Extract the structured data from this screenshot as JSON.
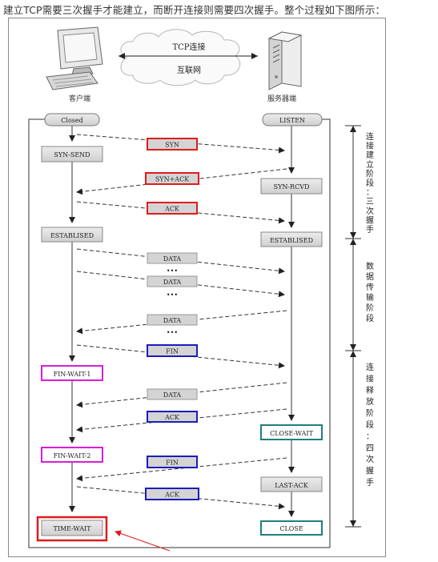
{
  "intro_text": "建立TCP需要三次握手才能建立，而断开连接则需要四次握手。整个过程如下图所示：",
  "cloud": {
    "top_label": "TCP连接",
    "bottom_label": "互联网"
  },
  "client_label": "客户端",
  "server_label": "服务器端",
  "client_states": {
    "closed": "Closed",
    "syn_send": "SYN-SEND",
    "established": "ESTABLISED",
    "fin_wait_1": "FIN-WAIT-1",
    "fin_wait_2": "FIN-WAIT-2",
    "time_wait": "TIME-WAIT"
  },
  "server_states": {
    "listen": "LISTEN",
    "syn_rcvd": "SYN-RCVD",
    "established": "ESTABLISED",
    "close_wait": "CLOSE-WAIT",
    "last_ack": "LAST-ACK",
    "close": "CLOSE"
  },
  "messages": {
    "syn": "SYN",
    "syn_ack": "SYN+ACK",
    "ack1": "ACK",
    "data1": "DATA",
    "dots1": "•••",
    "data2": "DATA",
    "dots2": "•••",
    "data3": "DATA",
    "dots3": "•••",
    "fin1": "FIN",
    "data4": "DATA",
    "ack2": "ACK",
    "fin2": "FIN",
    "ack3": "ACK"
  },
  "phases": {
    "connect": [
      "连",
      "接",
      "建",
      "立",
      "阶",
      "段",
      "：",
      "三",
      "次",
      "握",
      "手"
    ],
    "data": [
      "数",
      "据",
      "传",
      "输",
      "阶",
      "段"
    ],
    "release": [
      "连",
      "接",
      "释",
      "放",
      "阶",
      "段",
      "：",
      "四",
      "次",
      "握",
      "手"
    ]
  },
  "colors": {
    "red": "#dd1c1c",
    "blue": "#1c1cbb",
    "magenta": "#d81ed8",
    "teal": "#1f7f7f",
    "box_fill": "#d6d6d6"
  }
}
